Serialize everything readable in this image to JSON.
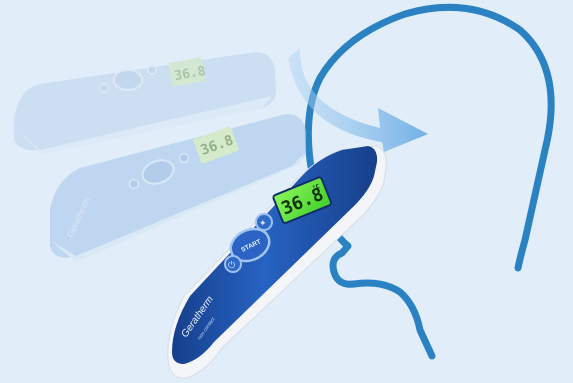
{
  "illustration": {
    "subject": "infrared forehead thermometer motion sequence toward head profile",
    "device": {
      "display_reading": "36.8",
      "display_unit": "°C",
      "start_button_label": "START",
      "brand_label": "Geratherm",
      "brand_sub_label": "non contact"
    },
    "ghost_devices": [
      {
        "display_reading": "36.8"
      },
      {
        "display_reading": "36.8"
      }
    ],
    "colors": {
      "background": "#e1edf8",
      "device_body": "#1f54b0",
      "device_shell": "#f4f6f9",
      "lcd_green": "#5ee63a",
      "head_outline": "#2b82c3",
      "motion_arrow": "#7fb6e6",
      "ghost": "#b9d3ee"
    },
    "icons": [
      "head-profile-icon",
      "motion-arrow-icon",
      "power-icon",
      "mode-icon"
    ]
  }
}
